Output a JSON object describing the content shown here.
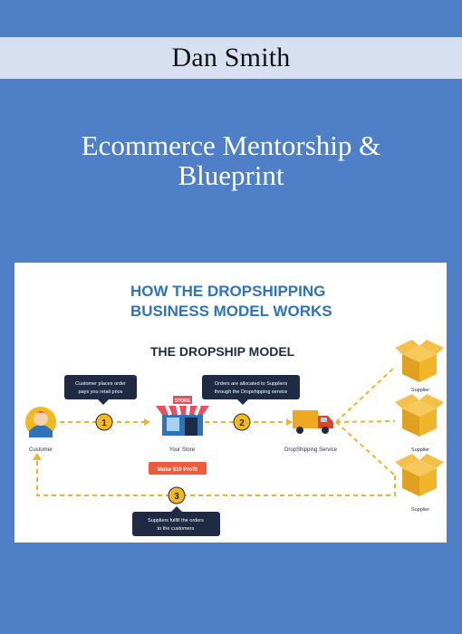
{
  "cover": {
    "author": "Dan Smith",
    "title_line1": "Ecommerce Mentorship &",
    "title_line2": "Blueprint"
  },
  "infographic": {
    "heading_line1": "HOW THE DROPSHIPPING",
    "heading_line2": "BUSINESS MODEL WORKS",
    "subheading": "THE DROPSHIP MODEL",
    "callout1_line1": "Customer places order",
    "callout1_line2": "pays you retail price",
    "callout2_line1": "Orders are allocated to Suppliers",
    "callout2_line2": "through the Dropshipping service",
    "callout3_line1": "Suppliers fulfill the orders",
    "callout3_line2": "to the customers",
    "step1": "1",
    "step2": "2",
    "step3": "3",
    "customer_label": "Customer",
    "store_label": "Your Store",
    "store_sign": "STORE",
    "service_label": "DropShipping Service",
    "profit_label": "Make $10 Profit",
    "supplier1": "Supplier",
    "supplier2": "Supplier",
    "supplier3": "Supplier",
    "colors": {
      "heading": "#2f73b8",
      "dark": "#1f2a44",
      "step": "#f5b71e",
      "profit": "#ee5a3c",
      "dash": "#f2b32a",
      "box": "#f0b52a"
    }
  }
}
